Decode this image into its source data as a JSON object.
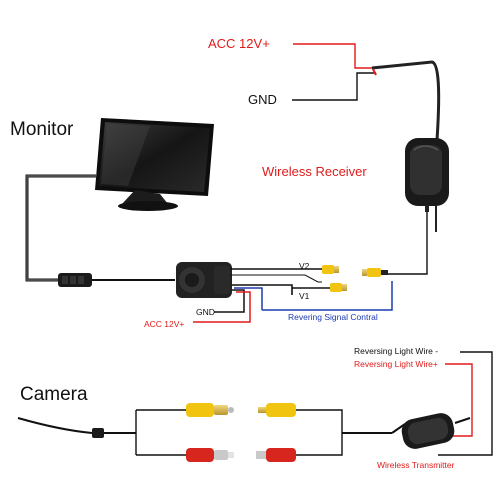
{
  "labels": {
    "acc_12v_top": "ACC 12V+",
    "gnd_top": "GND",
    "monitor": "Monitor",
    "wireless_receiver": "Wireless Receiver",
    "v2": "V2",
    "v1": "V1",
    "gnd_small": "GND",
    "acc_12v_small": "ACC 12V+",
    "reversing_signal": "Revering Signal Contral",
    "camera": "Camera",
    "reversing_light_wire_neg": "Reversing Light Wire -",
    "reversing_light_wire_pos": "Reversing Light Wire+",
    "wireless_transmitter": "Wireless Transmitter"
  },
  "colors": {
    "red_wire": "#e01b1b",
    "black_wire": "#111111",
    "blue_wire": "#1a3bb0",
    "rca_yellow": "#f1c40f",
    "dc_red": "#d7261e"
  }
}
